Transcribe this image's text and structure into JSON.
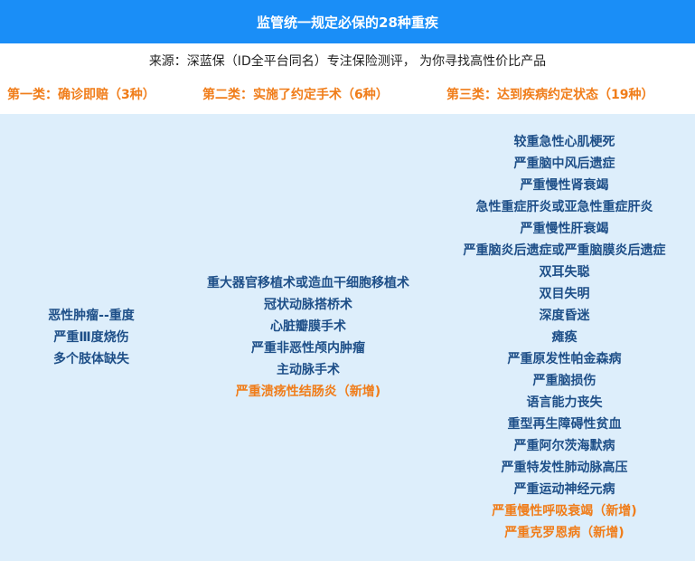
{
  "header": {
    "title": "监管统一规定必保的28种重疾",
    "source": "来源：深蓝保（ID全平台同名）专注保险测评， 为你寻找高性价比产品"
  },
  "categories": [
    "第一类：确诊即赔（3种）",
    "第二类：实施了约定手术（6种）",
    "第三类：达到疾病约定状态（19种）"
  ],
  "columns": [
    {
      "items": [
        {
          "label": "恶性肿瘤--重度",
          "new": false
        },
        {
          "label": "严重Ⅲ度烧伤",
          "new": false
        },
        {
          "label": "多个肢体缺失",
          "new": false
        }
      ]
    },
    {
      "items": [
        {
          "label": "重大器官移植术或造血干细胞移植术",
          "new": false
        },
        {
          "label": "冠状动脉搭桥术",
          "new": false
        },
        {
          "label": "心脏瓣膜手术",
          "new": false
        },
        {
          "label": "严重非恶性颅内肿瘤",
          "new": false
        },
        {
          "label": "主动脉手术",
          "new": false
        },
        {
          "label": "严重溃疡性结肠炎（新增)",
          "new": true
        }
      ]
    },
    {
      "items": [
        {
          "label": "较重急性心肌梗死",
          "new": false
        },
        {
          "label": "严重脑中风后遗症",
          "new": false
        },
        {
          "label": "严重慢性肾衰竭",
          "new": false
        },
        {
          "label": "急性重症肝炎或亚急性重症肝炎",
          "new": false
        },
        {
          "label": "严重慢性肝衰竭",
          "new": false
        },
        {
          "label": "严重脑炎后遗症或严重脑膜炎后遗症",
          "new": false
        },
        {
          "label": "双耳失聪",
          "new": false
        },
        {
          "label": "双目失明",
          "new": false
        },
        {
          "label": "深度昏迷",
          "new": false
        },
        {
          "label": "瘫痪",
          "new": false
        },
        {
          "label": "严重原发性帕金森病",
          "new": false
        },
        {
          "label": "严重脑损伤",
          "new": false
        },
        {
          "label": "语言能力丧失",
          "new": false
        },
        {
          "label": "重型再生障碍性贫血",
          "new": false
        },
        {
          "label": "严重阿尔茨海默病",
          "new": false
        },
        {
          "label": "严重特发性肺动脉高压",
          "new": false
        },
        {
          "label": "严重运动神经元病",
          "new": false
        },
        {
          "label": "严重慢性呼吸衰竭（新增)",
          "new": true
        },
        {
          "label": "严重克罗恩病（新增)",
          "new": true
        }
      ]
    }
  ],
  "colors": {
    "title_bg": "#1a8ef7",
    "category_text": "#f07d1a",
    "item_text": "#1e4f88",
    "new_item_text": "#f07d1a",
    "content_bg": "#ddeefb"
  }
}
